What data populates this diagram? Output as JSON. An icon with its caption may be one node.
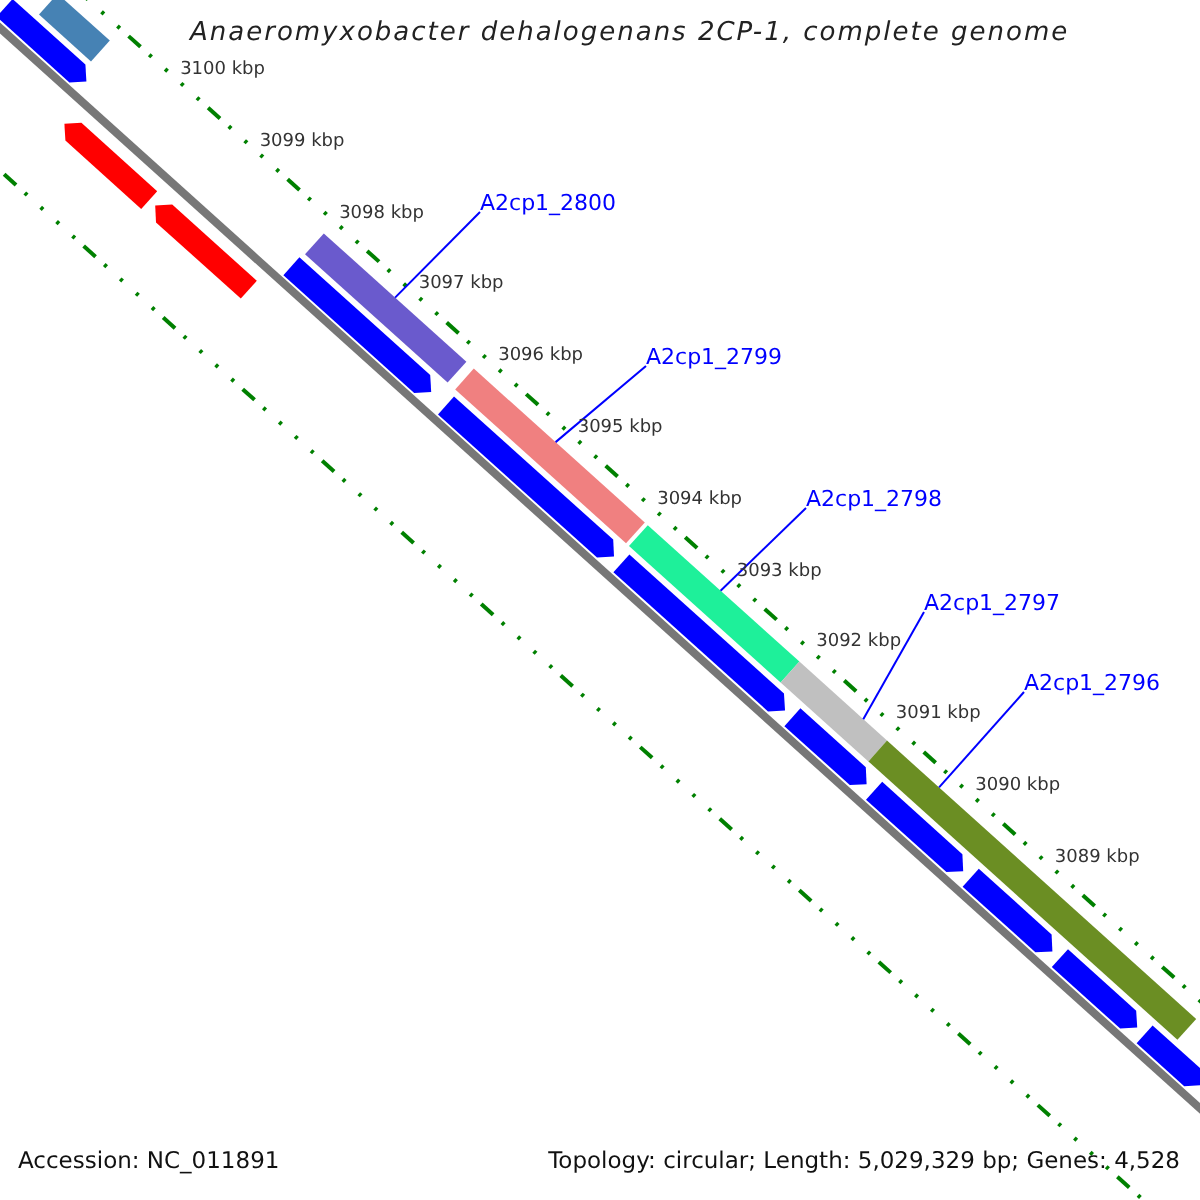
{
  "diagram": {
    "title": "Anaeromyxobacter dehalogenans 2CP-1, complete genome",
    "nodes": [
      {
        "text": [
          "A2cp1_2800"
        ]
      },
      {
        "text": [
          "A2cp1_2799"
        ]
      },
      {
        "text": [
          "A2cp1_2798"
        ]
      },
      {
        "text": [
          "A2cp1_2797"
        ]
      },
      {
        "text": [
          "A2cp1_2796"
        ]
      },
      {
        "text": [],
        "shape": "bar"
      },
      {
        "text": [],
        "shape": "bar"
      },
      {
        "text": [],
        "shape": "bar"
      },
      {
        "text": [],
        "shape": "bar"
      },
      {
        "text": [],
        "shape": "bar"
      },
      {
        "text": [],
        "shape": "bar"
      },
      {
        "text": [],
        "shape": "bar"
      },
      {
        "text": [],
        "shape": "bar"
      },
      {
        "text": [],
        "shape": "bar"
      },
      {
        "text": [],
        "shape": "bar"
      },
      {
        "text": [],
        "shape": "bar"
      },
      {
        "text": [],
        "shape": "bar"
      },
      {
        "text": [],
        "shape": "bar"
      },
      {
        "text": [],
        "shape": "bar"
      },
      {
        "text": [],
        "shape": "bar"
      },
      {
        "text": [],
        "shape": "bar"
      },
      {
        "text": [],
        "shape": "bar"
      }
    ],
    "edges": [
      {
        "from": 0,
        "to": 5,
        "arrow": "none"
      },
      {
        "from": 1,
        "to": 6,
        "arrow": "none"
      },
      {
        "from": 2,
        "to": 7,
        "arrow": "none"
      },
      {
        "from": 3,
        "to": 8,
        "arrow": "none"
      },
      {
        "from": 4,
        "to": 9,
        "arrow": "none"
      }
    ],
    "labels": [
      "3100 kbp",
      "3099 kbp",
      "3098 kbp",
      "3097 kbp",
      "3096 kbp",
      "3095 kbp",
      "3094 kbp",
      "3093 kbp",
      "3092 kbp",
      "3091 kbp",
      "3090 kbp",
      "3089 kbp",
      "Accession: NC_011891",
      "Topology: circular; Length: 5,029,329 bp; Genes: 4,528"
    ]
  }
}
